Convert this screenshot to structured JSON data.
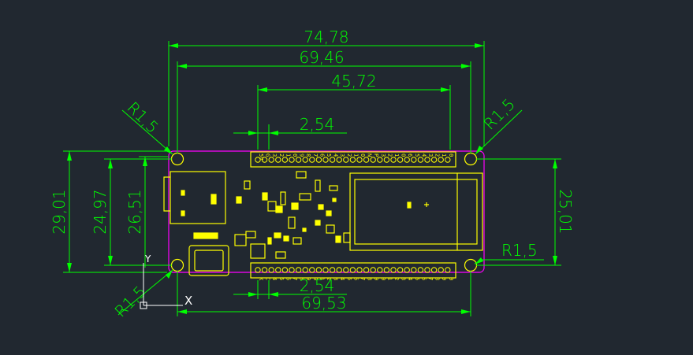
{
  "colors": {
    "background": "#212830",
    "dimension": "#00ff00",
    "board_outline": "#ff00ff",
    "components": "#ffff00",
    "ucs": "#ffffff"
  },
  "dimensions": {
    "overall_width": "74,78",
    "hole_span_top": "69,46",
    "header_span": "45,72",
    "pin_pitch_top": "2,54",
    "pin_pitch_bottom": "2,54",
    "hole_span_bottom": "69,53",
    "overall_height": "29,01",
    "hole_span_left": "24,97",
    "inner_height_left": "26,51",
    "hole_span_right": "25,01"
  },
  "radii": {
    "top_left": "R1,5",
    "top_right": "R1,5",
    "bottom_left": "R1,5",
    "bottom_right": "R1,5"
  },
  "ucs": {
    "x": "X",
    "y": "Y"
  },
  "top_header_labels": [
    "5V",
    "G",
    "3",
    "2",
    "1",
    "0",
    "9",
    "8",
    "7",
    "6",
    "5",
    "4",
    "3",
    "2",
    "1",
    "0",
    "N",
    "P",
    "3",
    "2",
    "1",
    "0",
    "6",
    "5",
    "4",
    "3",
    "2",
    "1",
    "0"
  ],
  "bottom_header_labels": [
    "K",
    "C",
    "4",
    "5",
    "6",
    "7",
    "8",
    "9",
    "0",
    "1",
    "2",
    "3",
    "4",
    "5",
    "6",
    "7",
    "8",
    "9",
    "0",
    "1",
    "2",
    "3",
    "4",
    "5",
    "6",
    "7",
    "8",
    "9",
    "0"
  ]
}
